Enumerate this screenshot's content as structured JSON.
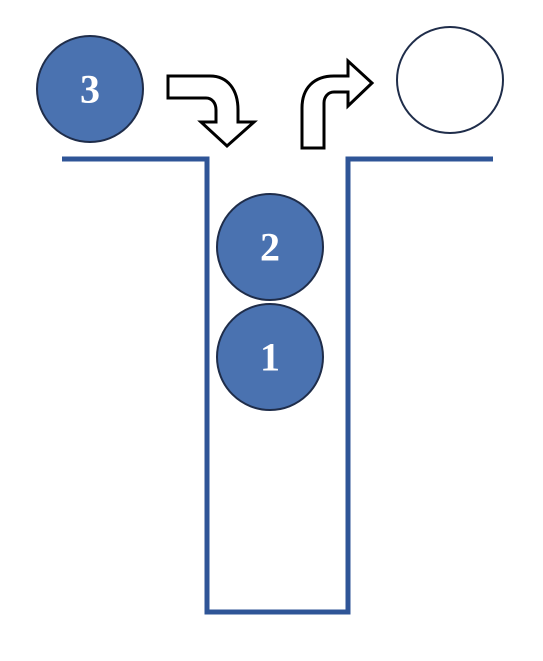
{
  "colors": {
    "ball_fill": "#4a72b0",
    "ball_stroke": "#1f2d4a",
    "empty_ball_fill": "#ffffff",
    "empty_ball_stroke": "#000000",
    "container_stroke": "#2f5597",
    "label_color": "#ffffff"
  },
  "balls": [
    {
      "label": "3",
      "state": "incoming"
    },
    {
      "label": "2",
      "state": "in-stack"
    },
    {
      "label": "1",
      "state": "in-stack"
    }
  ],
  "outgoing_ball": {
    "label": "",
    "state": "outgoing-empty"
  },
  "arrows": [
    {
      "icon": "curved-arrow-down-icon",
      "meaning": "push"
    },
    {
      "icon": "curved-arrow-up-icon",
      "meaning": "pop"
    }
  ]
}
